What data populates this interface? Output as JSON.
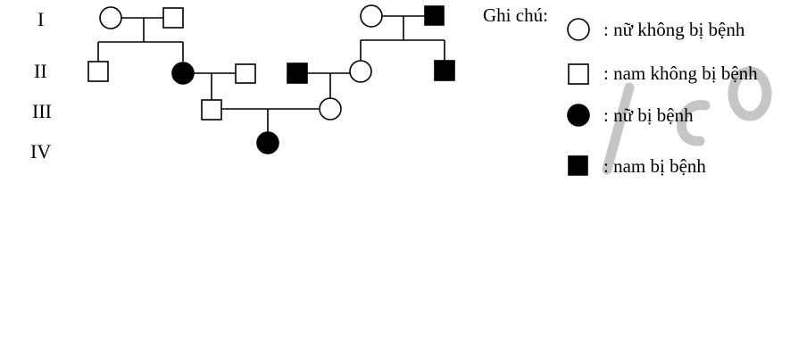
{
  "generations": [
    "I",
    "II",
    "III",
    "IV"
  ],
  "legend": {
    "title": "Ghi chú:",
    "items": [
      {
        "symbol": "female-unaffected",
        "text": ": nữ không bị bệnh"
      },
      {
        "symbol": "male-unaffected",
        "text": ": nam không bị bệnh"
      },
      {
        "symbol": "female-affected",
        "text": ": nữ bị bệnh"
      },
      {
        "symbol": "male-affected",
        "text": ": nam bị bệnh"
      }
    ]
  },
  "individuals": [
    {
      "id": "I-1",
      "generation": "I",
      "sex": "female",
      "affected": false
    },
    {
      "id": "I-2",
      "generation": "I",
      "sex": "male",
      "affected": false
    },
    {
      "id": "I-3",
      "generation": "I",
      "sex": "female",
      "affected": false
    },
    {
      "id": "I-4",
      "generation": "I",
      "sex": "male",
      "affected": true
    },
    {
      "id": "II-1",
      "generation": "II",
      "sex": "male",
      "affected": false
    },
    {
      "id": "II-2",
      "generation": "II",
      "sex": "female",
      "affected": true
    },
    {
      "id": "II-3",
      "generation": "II",
      "sex": "male",
      "affected": false
    },
    {
      "id": "II-4",
      "generation": "II",
      "sex": "male",
      "affected": true
    },
    {
      "id": "II-5",
      "generation": "II",
      "sex": "female",
      "affected": false
    },
    {
      "id": "II-6",
      "generation": "II",
      "sex": "male",
      "affected": true
    },
    {
      "id": "III-1",
      "generation": "III",
      "sex": "male",
      "affected": false
    },
    {
      "id": "III-2",
      "generation": "III",
      "sex": "female",
      "affected": false
    },
    {
      "id": "IV-1",
      "generation": "IV",
      "sex": "female",
      "affected": true
    }
  ],
  "couples": [
    {
      "partners": [
        "I-1",
        "I-2"
      ],
      "children": [
        "II-1",
        "II-2"
      ]
    },
    {
      "partners": [
        "I-3",
        "I-4"
      ],
      "children": [
        "II-5",
        "II-6"
      ]
    },
    {
      "partners": [
        "II-2",
        "II-3"
      ],
      "children": [
        "III-1"
      ]
    },
    {
      "partners": [
        "II-4",
        "II-5"
      ],
      "children": [
        "III-2"
      ]
    },
    {
      "partners": [
        "III-1",
        "III-2"
      ],
      "children": [
        "IV-1"
      ]
    }
  ]
}
